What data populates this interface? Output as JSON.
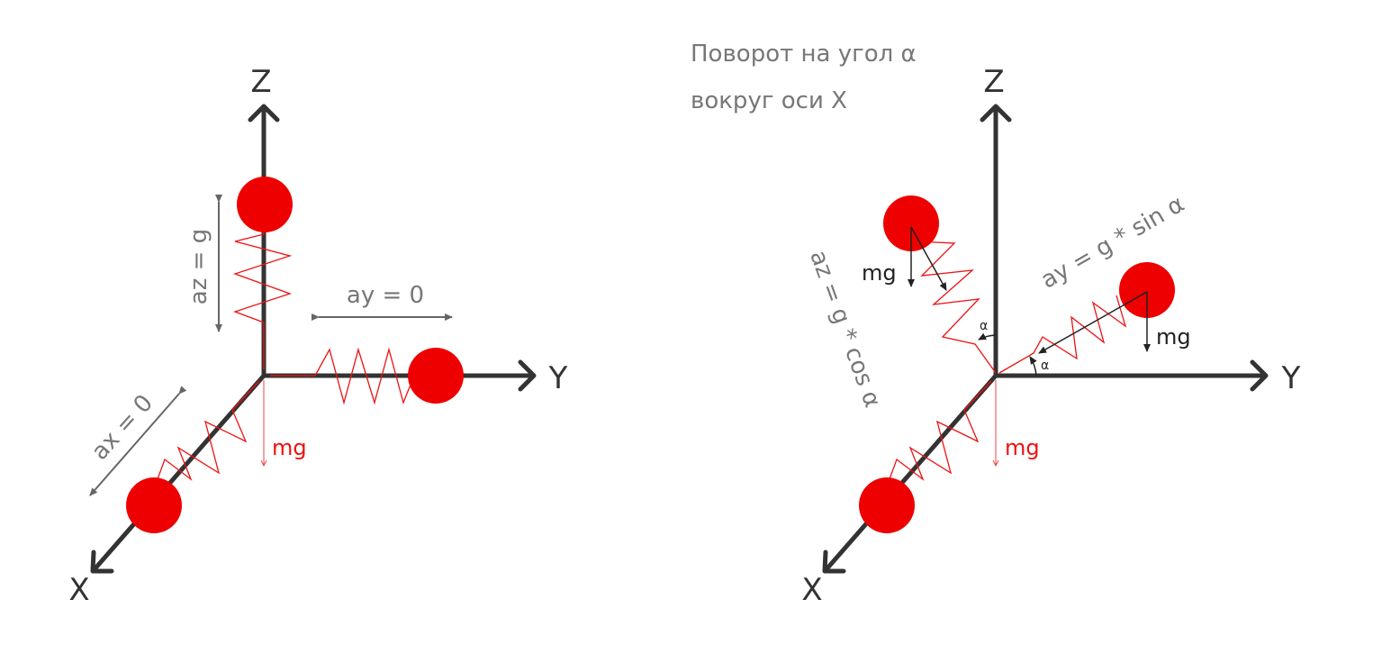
{
  "heading": {
    "line1": "Поворот на угол α",
    "line2": "вокруг оси X"
  },
  "left": {
    "axis_z": "Z",
    "axis_y": "Y",
    "axis_x": "X",
    "az": "az = g",
    "ay": "ay = 0",
    "ax": "ax = 0",
    "mg": "mg"
  },
  "right": {
    "axis_z": "Z",
    "axis_y": "Y",
    "axis_x": "X",
    "az": "az = g * cos α",
    "ay": "ay = g * sin α",
    "mg_top": "mg",
    "mg_right": "mg",
    "mg_bottom": "mg",
    "alpha_1": "α",
    "alpha_2": "α"
  },
  "colors": {
    "axis": "#333333",
    "ball": "#ee0000",
    "spring": "#ee1111",
    "annotation": "#777777"
  }
}
